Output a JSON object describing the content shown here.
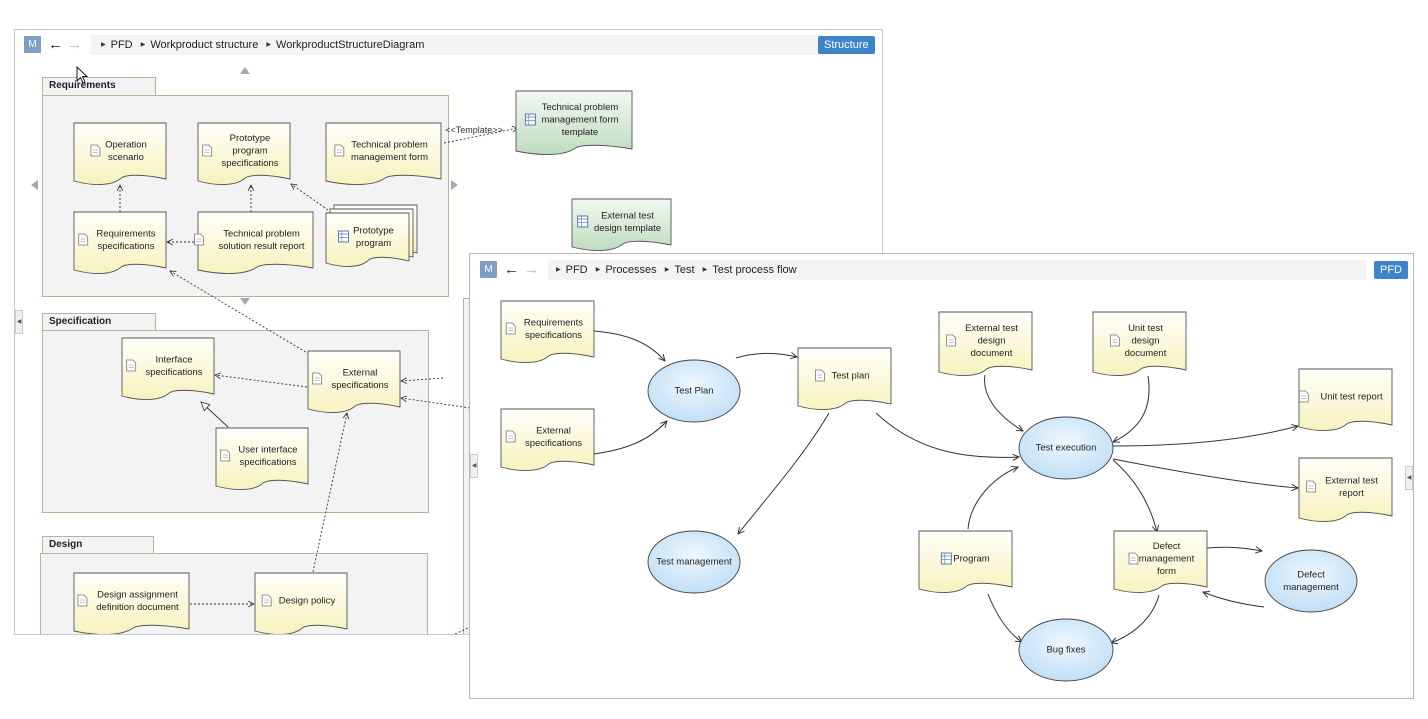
{
  "window1": {
    "m_label": "M",
    "breadcrumb": [
      "PFD",
      "Workproduct structure",
      "WorkproductStructureDiagram"
    ],
    "view_button": "Structure",
    "lanes": {
      "requirements": "Requirements",
      "specification": "Specification",
      "design": "Design"
    },
    "nodes": {
      "operation_scenario": [
        "Operation",
        "scenario"
      ],
      "prototype_program_specs": [
        "Prototype",
        "program",
        "specifications"
      ],
      "technical_problem_mgmt_form": [
        "Technical problem",
        "management form"
      ],
      "requirements_specs": [
        "Requirements",
        "specifications"
      ],
      "technical_problem_solution": [
        "Technical problem",
        "solution result report"
      ],
      "prototype_program": [
        "Prototype",
        "program"
      ],
      "tp_mgmt_form_template": [
        "Technical problem",
        "management form",
        "template"
      ],
      "external_test_design_template": [
        "External test",
        "design template"
      ],
      "interface_specs": [
        "Interface",
        "specifications"
      ],
      "external_specs": [
        "External",
        "specifications"
      ],
      "user_interface_specs": [
        "User interface",
        "specifications"
      ],
      "design_assignment": [
        "Design assignment",
        "definition document"
      ],
      "design_policy": [
        "Design policy"
      ]
    },
    "template_label": "<<Template>>"
  },
  "window2": {
    "m_label": "M",
    "breadcrumb": [
      "PFD",
      "Processes",
      "Test",
      "Test process flow"
    ],
    "view_button": "PFD",
    "nodes": {
      "requirements_specs": [
        "Requirements",
        "specifications"
      ],
      "external_specs": [
        "External",
        "specifications"
      ],
      "test_plan_process": [
        "Test Plan"
      ],
      "test_plan_doc": [
        "Test plan"
      ],
      "external_test_design_doc": [
        "External test",
        "design",
        "document"
      ],
      "unit_test_design_doc": [
        "Unit test",
        "design",
        "document"
      ],
      "test_execution": [
        "Test execution"
      ],
      "unit_test_report": [
        "Unit test report"
      ],
      "external_test_report": [
        "External test",
        "report"
      ],
      "test_management": [
        "Test management"
      ],
      "program": [
        "Program"
      ],
      "defect_mgmt_form": [
        "Defect",
        "management",
        "form"
      ],
      "defect_management": [
        "Defect",
        "management"
      ],
      "bug_fixes": [
        "Bug fixes"
      ]
    }
  },
  "colors": {
    "doc_fill_top": "#fffff8",
    "doc_fill_bottom": "#f6f1b8",
    "template_fill": "#cde5cd",
    "process_fill": "#c9e3f7",
    "accent_button": "#3e84c8",
    "lane_border": "#b9b39a"
  }
}
